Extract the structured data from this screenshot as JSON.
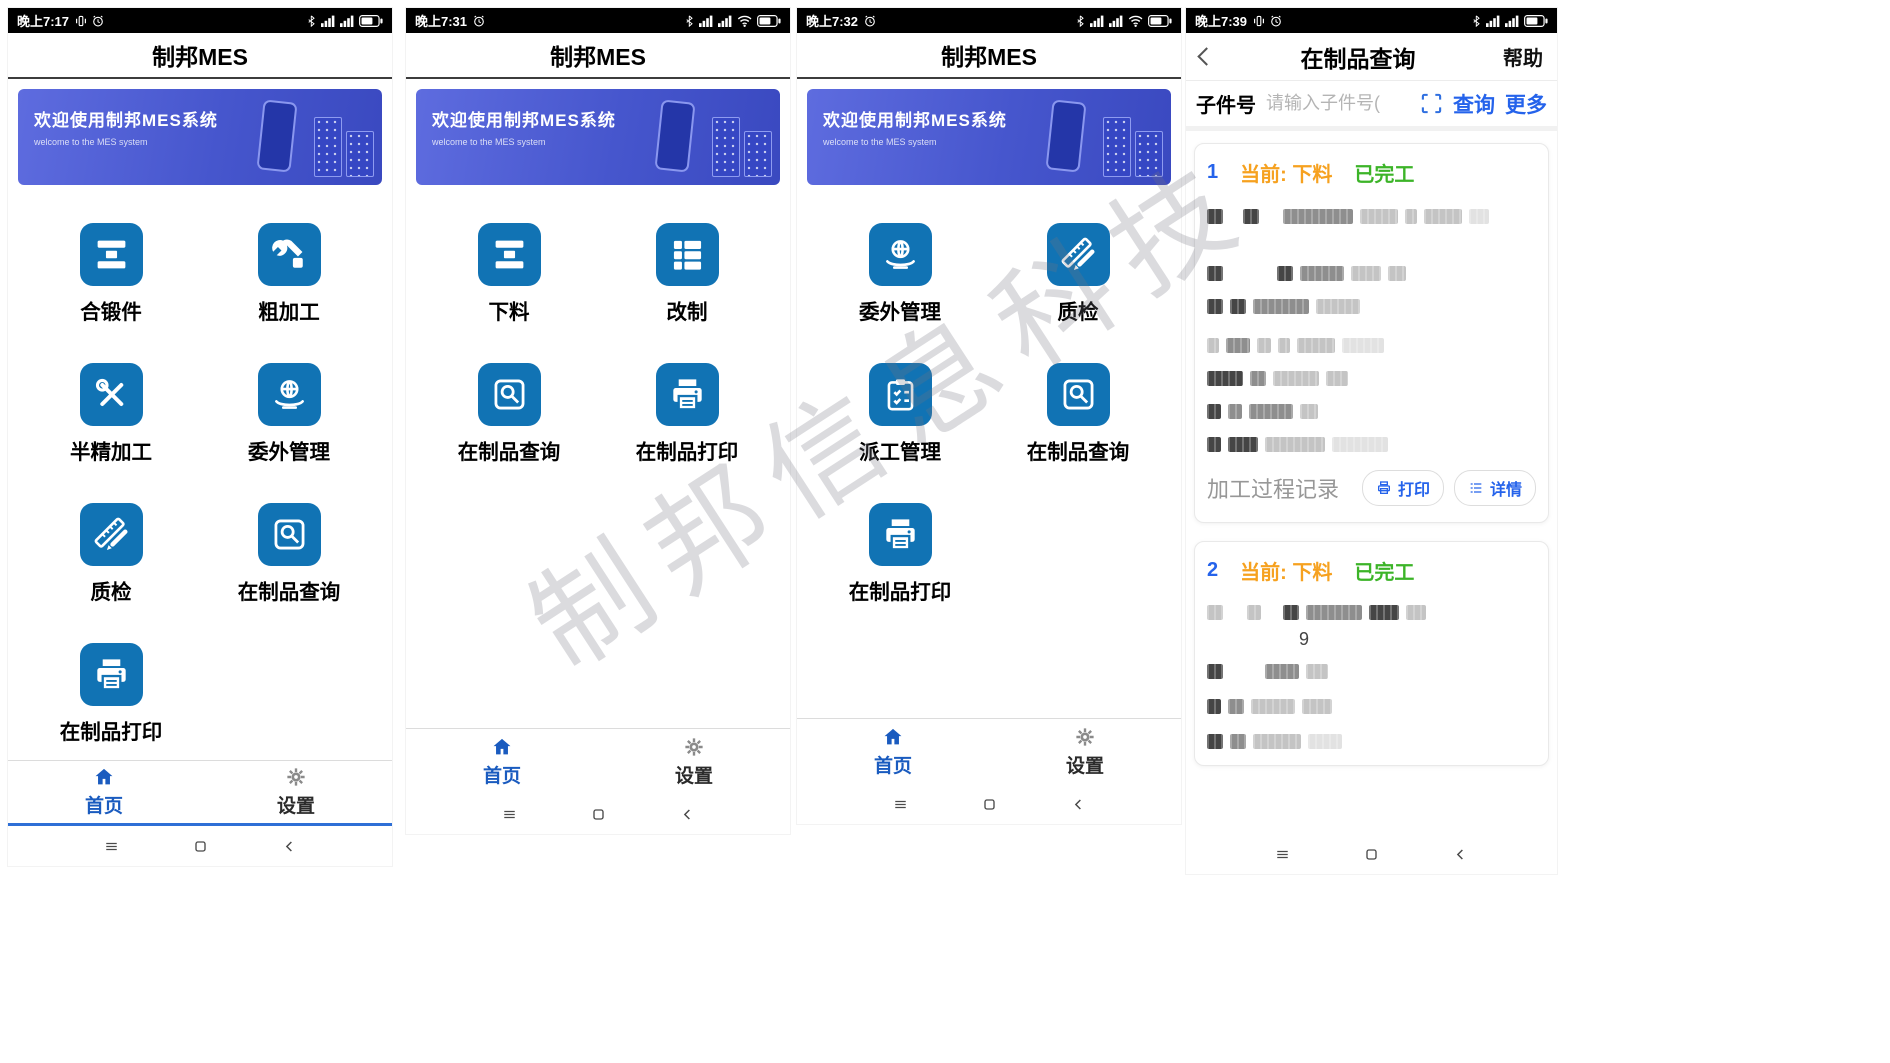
{
  "watermark": "制邦信息科技",
  "android_nav_icons": [
    "nav-recents-icon",
    "nav-home-icon",
    "nav-back-icon"
  ],
  "panels": {
    "p1": {
      "statusbar": {
        "time": "晚上7:17",
        "icons_left": [
          "vibrate-icon",
          "alarm-icon"
        ],
        "icons_right": [
          "bluetooth-icon",
          "signal-icon",
          "signal-icon",
          "battery-icon"
        ]
      },
      "title": "制邦MES",
      "banner": {
        "title": "欢迎使用制邦MES系统",
        "subtitle": "welcome to the MES system"
      },
      "apps": [
        {
          "label": "合锻件",
          "icon": "press-icon"
        },
        {
          "label": "粗加工",
          "icon": "machine-icon"
        },
        {
          "label": "半精加工",
          "icon": "tools-icon"
        },
        {
          "label": "委外管理",
          "icon": "outsource-icon"
        },
        {
          "label": "质检",
          "icon": "quality-icon"
        },
        {
          "label": "在制品查询",
          "icon": "query-icon"
        },
        {
          "label": "在制品打印",
          "icon": "print-icon"
        }
      ],
      "nav": {
        "home": "首页",
        "home_icon": "home-tab-icon",
        "settings": "设置",
        "settings_icon": "gear-icon"
      }
    },
    "p2": {
      "statusbar": {
        "time": "晚上7:31",
        "icons_left": [
          "alarm-icon"
        ],
        "icons_right": [
          "bluetooth-icon",
          "signal-icon",
          "signal-icon",
          "wifi-icon",
          "battery-icon"
        ]
      },
      "title": "制邦MES",
      "banner": {
        "title": "欢迎使用制邦MES系统",
        "subtitle": "welcome to the MES system"
      },
      "apps": [
        {
          "label": "下料",
          "icon": "press-icon"
        },
        {
          "label": "改制",
          "icon": "grid-icon"
        },
        {
          "label": "在制品查询",
          "icon": "query-icon"
        },
        {
          "label": "在制品打印",
          "icon": "print-icon"
        }
      ],
      "nav": {
        "home": "首页",
        "home_icon": "home-tab-icon",
        "settings": "设置",
        "settings_icon": "gear-icon"
      }
    },
    "p3": {
      "statusbar": {
        "time": "晚上7:32",
        "icons_left": [
          "alarm-icon"
        ],
        "icons_right": [
          "bluetooth-icon",
          "signal-icon",
          "signal-icon",
          "wifi-icon",
          "battery-icon"
        ]
      },
      "title": "制邦MES",
      "banner": {
        "title": "欢迎使用制邦MES系统",
        "subtitle": "welcome to the MES system"
      },
      "apps": [
        {
          "label": "委外管理",
          "icon": "outsource-icon"
        },
        {
          "label": "质检",
          "icon": "quality-icon"
        },
        {
          "label": "派工管理",
          "icon": "dispatch-icon"
        },
        {
          "label": "在制品查询",
          "icon": "query-icon"
        },
        {
          "label": "在制品打印",
          "icon": "print-icon"
        }
      ],
      "nav": {
        "home": "首页",
        "home_icon": "home-tab-icon",
        "settings": "设置",
        "settings_icon": "gear-icon"
      }
    },
    "p4": {
      "statusbar": {
        "time": "晚上7:39",
        "icons_left": [
          "vibrate-icon",
          "alarm-icon"
        ],
        "icons_right": [
          "bluetooth-icon",
          "signal-icon",
          "signal-icon",
          "battery-icon"
        ]
      },
      "header": {
        "title": "在制品查询",
        "help": "帮助"
      },
      "search": {
        "label": "子件号",
        "placeholder": "请输入子件号(",
        "scan_icon": "scan-icon",
        "query": "查询",
        "more": "更多"
      },
      "cards": [
        {
          "index": "1",
          "current": "当前: 下料",
          "status": "已完工",
          "process_label": "加工过程记录",
          "print_label": "打印",
          "print_icon": "printer-small-icon",
          "detail_label": "详情",
          "detail_icon": "detail-small-icon"
        },
        {
          "index": "2",
          "current": "当前: 下料",
          "status": "已完工",
          "fragment": "9"
        }
      ]
    }
  }
}
